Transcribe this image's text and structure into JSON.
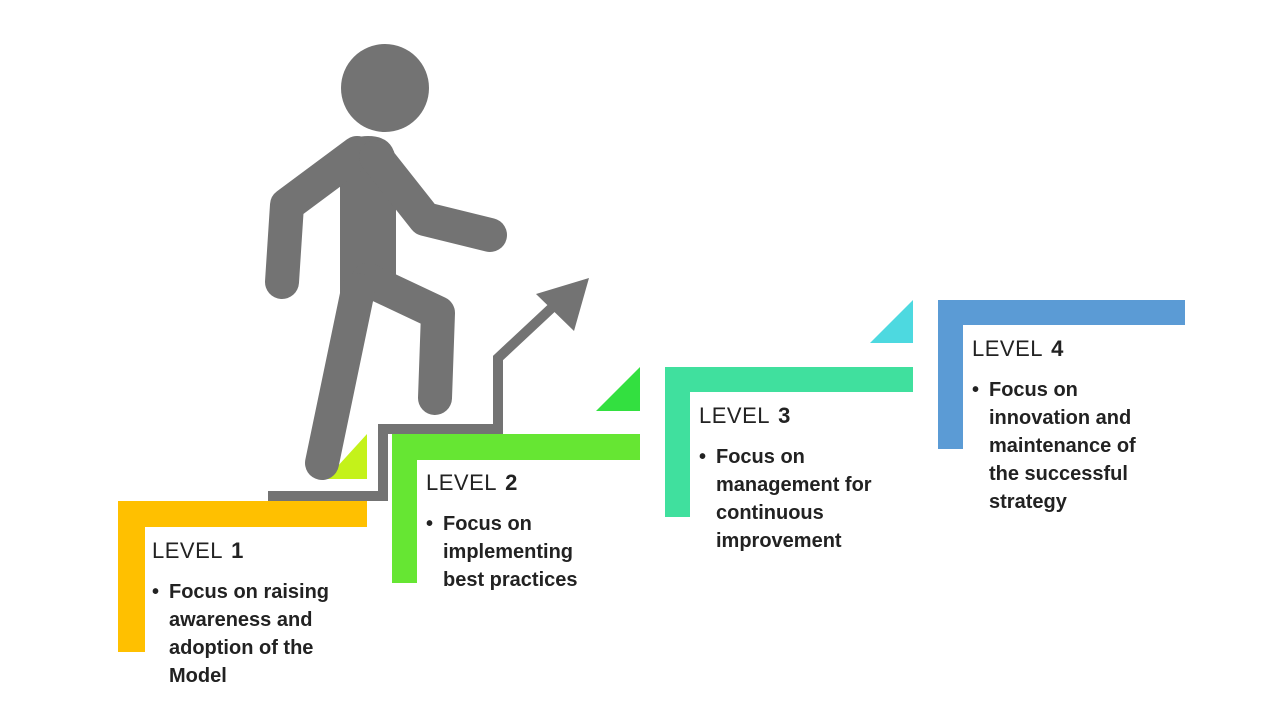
{
  "colors": {
    "figure": "#737373",
    "step_1": "#FFC000",
    "step_2": "#66E633",
    "step_3": "#40E09E",
    "step_4": "#5B9BD5",
    "triangle_1": "#C4F21A",
    "triangle_2": "#33E040",
    "triangle_3": "#4DD9E0",
    "text": "#222222"
  },
  "icons": {
    "figure": "person-climbing-stairs-icon",
    "arrow": "arrow-up-right-icon"
  },
  "levels": [
    {
      "word": "LEVEL",
      "number": "1",
      "bullet": "•",
      "description": "Focus on raising awareness and adoption of the Model"
    },
    {
      "word": "LEVEL",
      "number": "2",
      "bullet": "•",
      "description": "Focus on implementing best practices"
    },
    {
      "word": "LEVEL",
      "number": "3",
      "bullet": "•",
      "description": "Focus on management for continuous improvement"
    },
    {
      "word": "LEVEL",
      "number": "4",
      "bullet": "•",
      "description": "Focus on innovation and maintenance of the successful strategy"
    }
  ]
}
